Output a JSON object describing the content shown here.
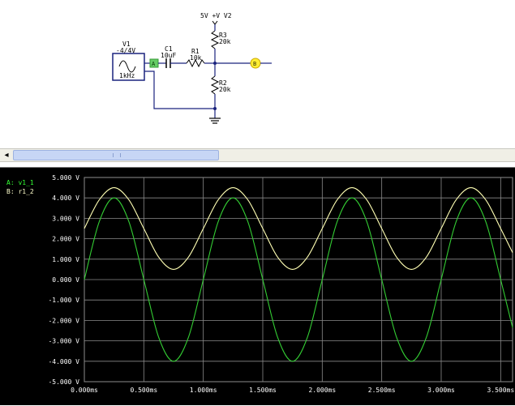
{
  "schematic": {
    "source": {
      "name": "V1",
      "amplitude": "-4/4V",
      "frequency": "1kHz"
    },
    "capacitor": {
      "name": "C1",
      "value": "10uF"
    },
    "resistor1": {
      "name": "R1",
      "value": "10k"
    },
    "resistor2": {
      "name": "R2",
      "value": "20k"
    },
    "resistor3": {
      "name": "R3",
      "value": "20k"
    },
    "supply": {
      "label": "5V +V V2"
    },
    "probe_a": "A",
    "probe_b": "B"
  },
  "scope": {
    "legend": [
      {
        "label": "A: v1_1",
        "color": "#33ff33"
      },
      {
        "label": "B: r1_2",
        "color": "#ffffcc"
      }
    ]
  },
  "chart_data": {
    "type": "line",
    "x_unit": "ms",
    "xlim": [
      0,
      3.6
    ],
    "ylim": [
      -5,
      5
    ],
    "grid": true,
    "legend_position": "top-left",
    "x_ticks": [
      0,
      0.5,
      1.0,
      1.5,
      2.0,
      2.5,
      3.0,
      3.5
    ],
    "x_tick_labels": [
      "0.000ms",
      "0.500ms",
      "1.000ms",
      "1.500ms",
      "2.000ms",
      "2.500ms",
      "3.000ms",
      "3.500ms"
    ],
    "y_ticks": [
      5,
      4,
      3,
      2,
      1,
      0,
      -1,
      -2,
      -3,
      -4,
      -5
    ],
    "y_tick_labels": [
      "5.000 V",
      "4.000 V",
      "3.000 V",
      "2.000 V",
      "1.000 V",
      "0.000 V",
      "-1.000 V",
      "-2.000 V",
      "-3.000 V",
      "-4.000 V",
      "-5.000 V"
    ],
    "series": [
      {
        "name": "A: v1_1",
        "color": "#33cc33",
        "x": [
          0.0,
          0.125,
          0.25,
          0.375,
          0.5,
          0.625,
          0.75,
          0.875,
          1.0,
          1.125,
          1.25,
          1.375,
          1.5,
          1.625,
          1.75,
          1.875,
          2.0,
          2.125,
          2.25,
          2.375,
          2.5,
          2.625,
          2.75,
          2.875,
          3.0,
          3.125,
          3.25,
          3.375,
          3.5,
          3.6
        ],
        "y": [
          0.0,
          2.83,
          4.0,
          2.83,
          0.0,
          -2.83,
          -4.0,
          -2.83,
          0.0,
          2.83,
          4.0,
          2.83,
          0.0,
          -2.83,
          -4.0,
          -2.83,
          0.0,
          2.83,
          4.0,
          2.83,
          0.0,
          -2.83,
          -4.0,
          -2.83,
          0.0,
          2.83,
          4.0,
          2.83,
          0.0,
          -2.35
        ]
      },
      {
        "name": "B: r1_2",
        "color": "#ffffb3",
        "x": [
          0.0,
          0.125,
          0.25,
          0.375,
          0.5,
          0.625,
          0.75,
          0.875,
          1.0,
          1.125,
          1.25,
          1.375,
          1.5,
          1.625,
          1.75,
          1.875,
          2.0,
          2.125,
          2.25,
          2.375,
          2.5,
          2.625,
          2.75,
          2.875,
          3.0,
          3.125,
          3.25,
          3.375,
          3.5,
          3.6
        ],
        "y": [
          2.5,
          3.9,
          4.5,
          3.9,
          2.5,
          1.1,
          0.5,
          1.1,
          2.5,
          3.9,
          4.5,
          3.9,
          2.5,
          1.1,
          0.5,
          1.1,
          2.5,
          3.9,
          4.5,
          3.9,
          2.5,
          1.1,
          0.5,
          1.1,
          2.5,
          3.9,
          4.5,
          3.9,
          2.5,
          1.32
        ]
      }
    ]
  }
}
